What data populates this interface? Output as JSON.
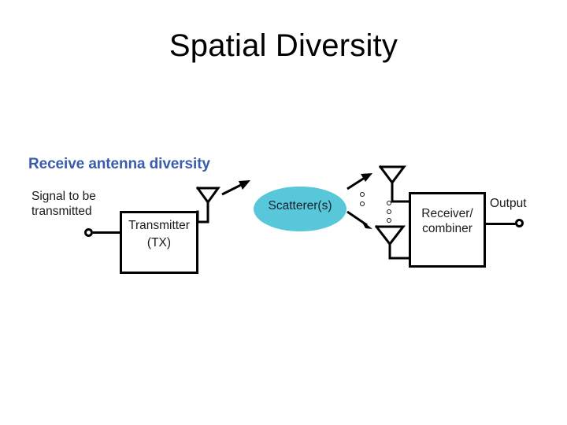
{
  "slide": {
    "title": "Spatial Diversity",
    "background_color": "#ffffff"
  },
  "diagram": {
    "section_heading": "Receive antenna diversity",
    "section_heading_color": "#3a5cab",
    "input_label_line1": "Signal to be",
    "input_label_line2": "transmitted",
    "transmitter": {
      "label_line1": "Transmitter",
      "label_line2": "(TX)"
    },
    "scatterer": {
      "label": "Scatterer(s)",
      "fill_color": "#59c7da"
    },
    "receiver": {
      "label_line1": "Receiver/",
      "label_line2": "combiner"
    },
    "output_label": "Output",
    "stroke_color": "#000000",
    "icons": {
      "tx_antenna": "antenna-icon",
      "rx_antenna_top": "antenna-icon",
      "rx_antenna_bottom": "antenna-icon",
      "tx_path_arrow": "arrow-icon",
      "rx_path_arrow_upper": "arrow-icon",
      "rx_path_arrow_lower": "arrow-icon",
      "input_terminal": "terminal-icon",
      "output_terminal": "terminal-icon",
      "vertical_ellipsis_paths": "ellipsis-icon",
      "vertical_ellipsis_antennas": "ellipsis-icon"
    }
  }
}
